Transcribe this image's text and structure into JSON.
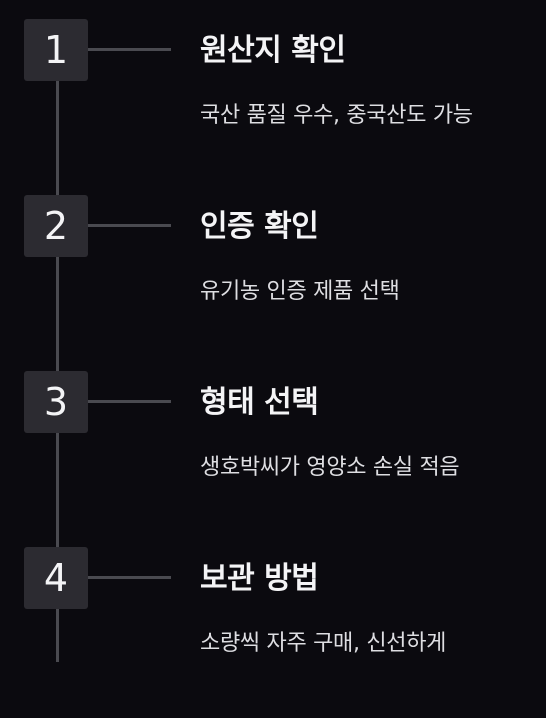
{
  "steps": [
    {
      "number": "1",
      "title": "원산지 확인",
      "description": "국산 품질 우수, 중국산도 가능"
    },
    {
      "number": "2",
      "title": "인증 확인",
      "description": "유기농 인증 제품 선택"
    },
    {
      "number": "3",
      "title": "형태 선택",
      "description": "생호박씨가 영양소 손실 적음"
    },
    {
      "number": "4",
      "title": "보관 방법",
      "description": "소량씩 자주 구매, 신선하게"
    }
  ],
  "colors": {
    "background": "#0b0a0f",
    "badge": "#2c2b31",
    "line": "#4a4a50",
    "text": "#f4f4f6"
  }
}
